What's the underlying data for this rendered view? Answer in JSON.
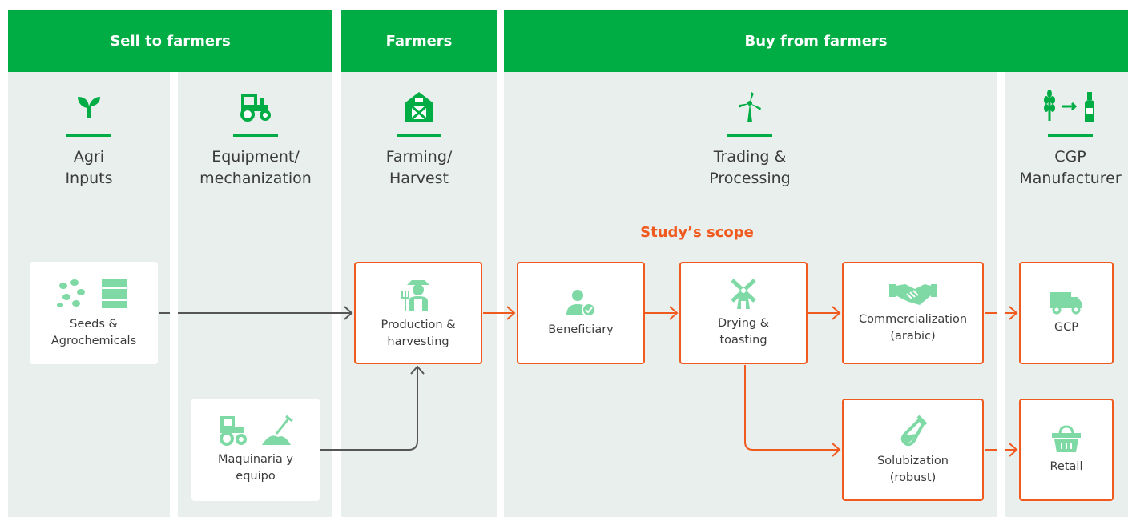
{
  "headers": {
    "sell": "Sell to farmers",
    "farmers": "Farmers",
    "buy": "Buy from farmers"
  },
  "stages": {
    "agri": "Agri\nInputs",
    "equipment": "Equipment/\nmechanization",
    "farming": "Farming/\nHarvest",
    "trading": "Trading &\nProcessing",
    "cgp": "CGP\nManufacturer"
  },
  "scope_label": "Study’s scope",
  "boxes": {
    "seeds": "Seeds &\nAgrochemicals",
    "maquinaria": "Maquinaria y\nequipo",
    "production": "Production &\nharvesting",
    "beneficiary": "Beneficiary",
    "drying": "Drying &\ntoasting",
    "commercialization": "Commercialization\n(arabic)",
    "solubization": "Solubization\n(robust)",
    "gcp": "GCP",
    "retail": "Retail"
  },
  "colors": {
    "brand_green": "#00ad45",
    "light_green": "#7ed9a5",
    "scope_orange": "#f05a1e",
    "panel_bg": "#e9efec",
    "gray_arrow": "#555555"
  },
  "icons": {
    "agri": "sprout-icon",
    "equipment": "tractor-icon",
    "farming": "barn-icon",
    "trading": "windmill-icon",
    "cgp": "wheat-to-bottle-icon"
  }
}
